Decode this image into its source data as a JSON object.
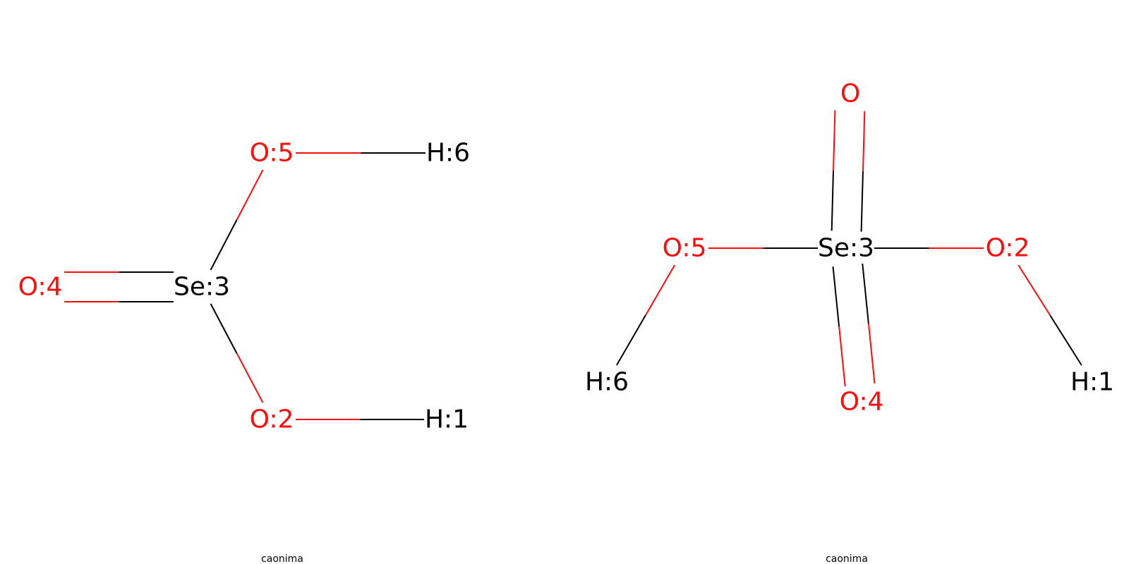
{
  "colors": {
    "oxygen": "#ff0d0d",
    "default": "#000000",
    "background": "#ffffff"
  },
  "panels": [
    {
      "caption": "caonima",
      "atoms": [
        {
          "id": "o5",
          "label": "O:5",
          "element": "O"
        },
        {
          "id": "h6",
          "label": "H:6",
          "element": "H"
        },
        {
          "id": "o4",
          "label": "O:4",
          "element": "O"
        },
        {
          "id": "se3",
          "label": "Se:3",
          "element": "Se"
        },
        {
          "id": "o2",
          "label": "O:2",
          "element": "O"
        },
        {
          "id": "h1",
          "label": "H:1",
          "element": "H"
        }
      ],
      "bonds": [
        {
          "from": "o5",
          "to": "h6",
          "order": 1
        },
        {
          "from": "se3",
          "to": "o5",
          "order": 1
        },
        {
          "from": "o4",
          "to": "se3",
          "order": 2
        },
        {
          "from": "se3",
          "to": "o2",
          "order": 1
        },
        {
          "from": "o2",
          "to": "h1",
          "order": 1
        }
      ]
    },
    {
      "caption": "caonima",
      "atoms": [
        {
          "id": "otop",
          "label": "O",
          "element": "O"
        },
        {
          "id": "o5",
          "label": "O:5",
          "element": "O"
        },
        {
          "id": "se3",
          "label": "Se:3",
          "element": "Se"
        },
        {
          "id": "o2",
          "label": "O:2",
          "element": "O"
        },
        {
          "id": "h6",
          "label": "H:6",
          "element": "H"
        },
        {
          "id": "o4",
          "label": "O:4",
          "element": "O"
        },
        {
          "id": "h1",
          "label": "H:1",
          "element": "H"
        }
      ],
      "bonds": [
        {
          "from": "se3",
          "to": "otop",
          "order": 2
        },
        {
          "from": "o5",
          "to": "se3",
          "order": 1
        },
        {
          "from": "se3",
          "to": "o2",
          "order": 1
        },
        {
          "from": "o5",
          "to": "h6",
          "order": 1
        },
        {
          "from": "se3",
          "to": "o4",
          "order": 2
        },
        {
          "from": "o2",
          "to": "h1",
          "order": 1
        }
      ]
    }
  ]
}
